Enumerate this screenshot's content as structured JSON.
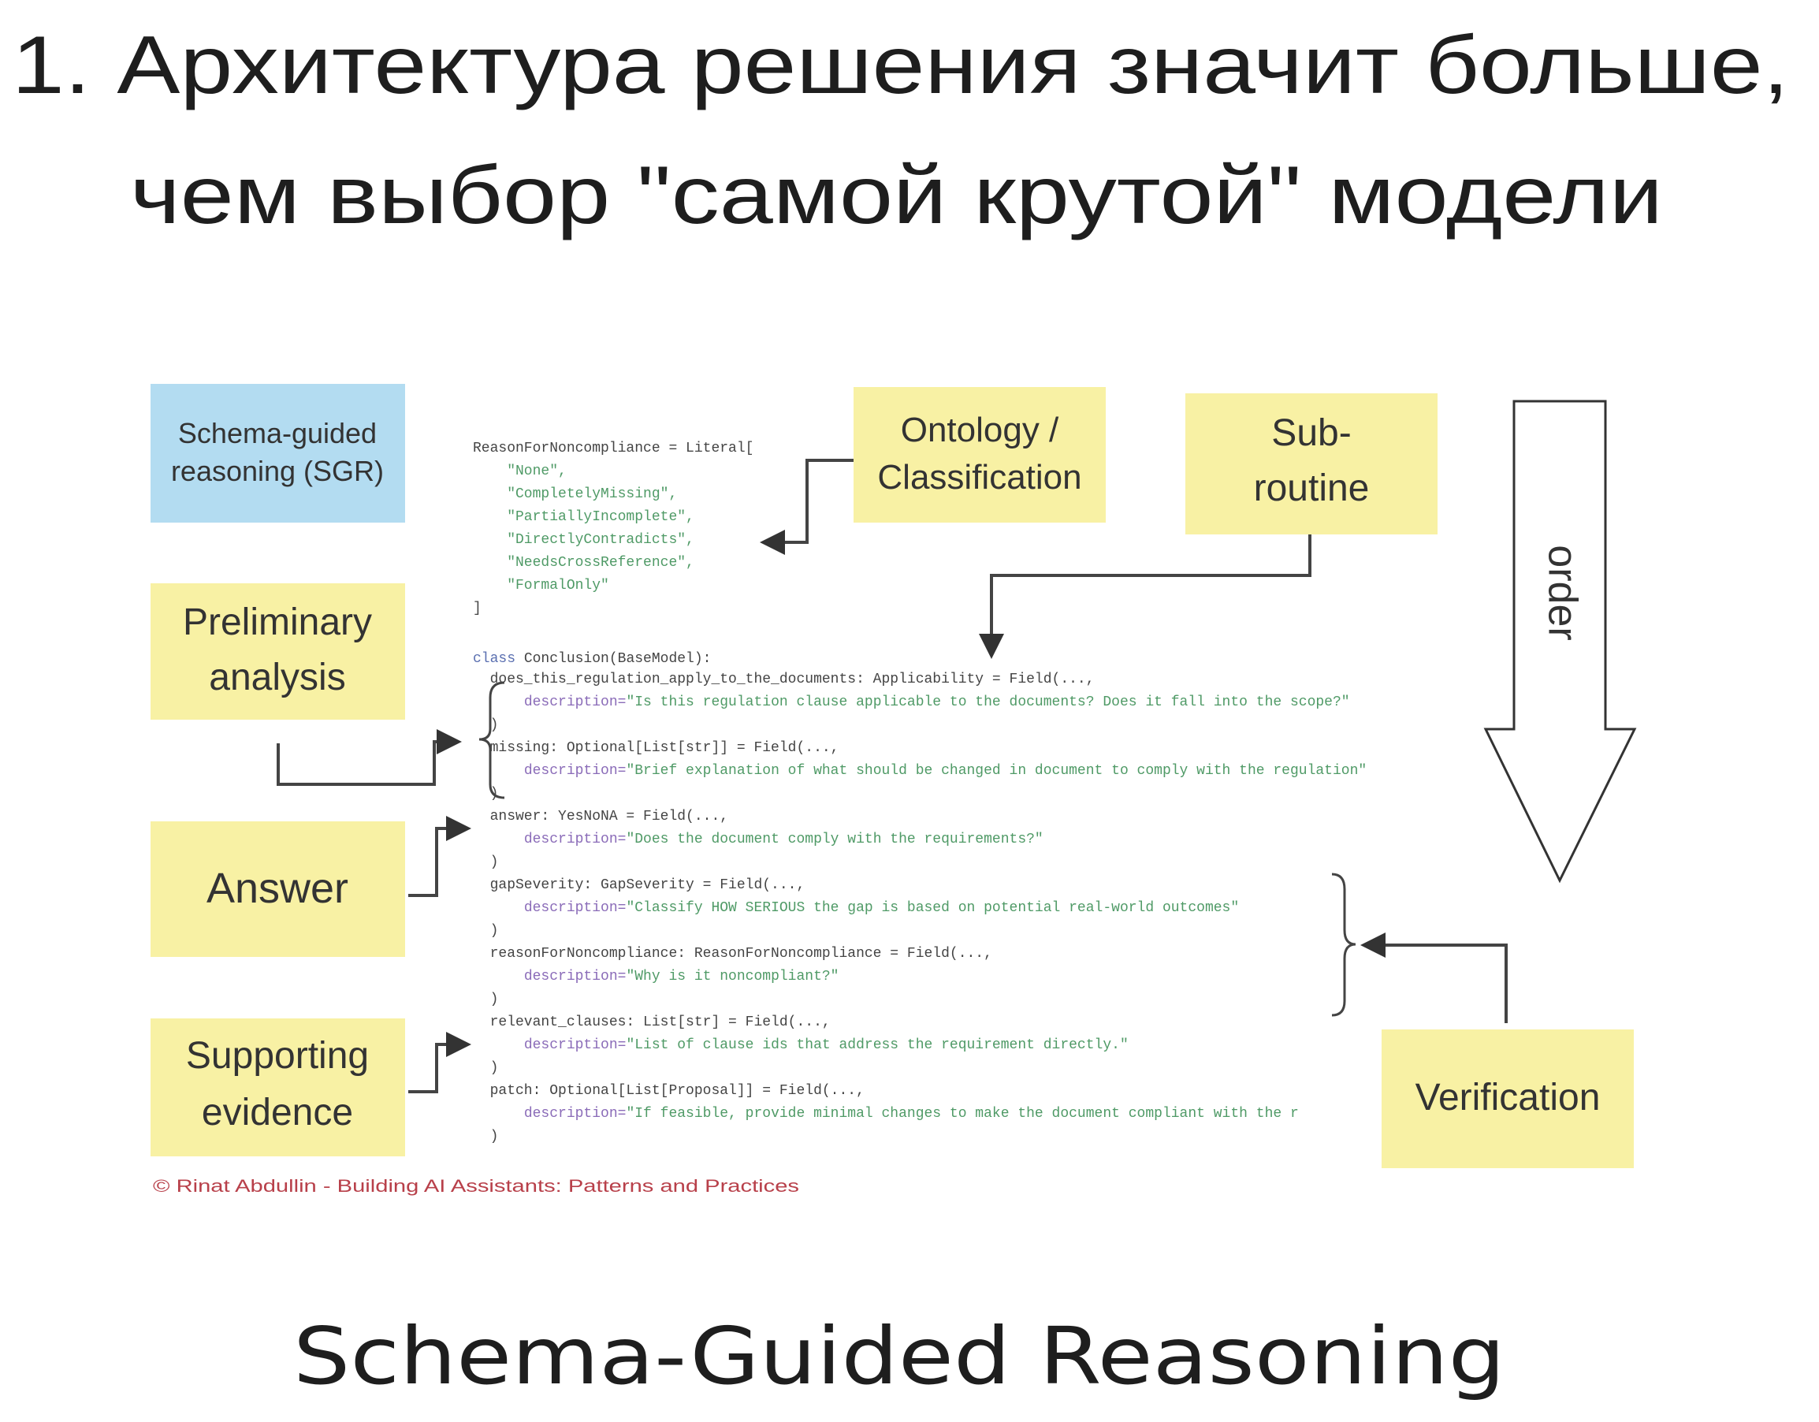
{
  "title": {
    "line1": "1. Архитектура решения значит больше,",
    "line2": "чем выбор \"самой крутой\" модели"
  },
  "subtitle": "Schema-Guided Reasoning",
  "stickies": {
    "sgr": [
      "Schema-guided",
      "reasoning (SGR)"
    ],
    "ontology": [
      "Ontology /",
      "Classification"
    ],
    "subroutine": [
      "Sub-",
      "routine"
    ],
    "preliminary": [
      "Preliminary",
      "analysis"
    ],
    "answer": [
      "Answer"
    ],
    "supporting": [
      "Supporting",
      "evidence"
    ],
    "verification": [
      "Verification"
    ]
  },
  "order_label": "order",
  "copyright": "© Rinat Abdullin - Building AI Assistants: Patterns and Practices",
  "colors": {
    "yellow": "#f8f1a4",
    "blue": "#b3dcf1",
    "copyright": "#b8404a"
  },
  "code": [
    "ReasonForNoncompliance = Literal[",
    "    \"None\",",
    "    \"CompletelyMissing\",",
    "    \"PartiallyIncomplete\",",
    "    \"DirectlyContradicts\",",
    "    \"NeedsCrossReference\",",
    "    \"FormalOnly\"",
    "]",
    "class Conclusion(BaseModel):",
    "  does_this_regulation_apply_to_the_documents: Applicability = Field(...,",
    "      description=\"Is this regulation clause applicable to the documents? Does it fall into the scope?\"",
    "  )",
    "  missing: Optional[List[str]] = Field(...,",
    "      description=\"Brief explanation of what should be changed in document to comply with the regulation\"",
    "  )",
    "  answer: YesNoNA = Field(...,",
    "      description=\"Does the document comply with the requirements?\"",
    "  )",
    "  gapSeverity: GapSeverity = Field(...,",
    "      description=\"Classify HOW SERIOUS the gap is based on potential real-world outcomes\"",
    "  )",
    "  reasonForNoncompliance: ReasonForNoncompliance = Field(...,",
    "      description=\"Why is it noncompliant?\"",
    "  )",
    "  relevant_clauses: List[str] = Field(...,",
    "      description=\"List of clause ids that address the requirement directly.\"",
    "  )",
    "  patch: Optional[List[Proposal]] = Field(...,",
    "      description=\"If feasible, provide minimal changes to make the document compliant with the r",
    "  )"
  ]
}
